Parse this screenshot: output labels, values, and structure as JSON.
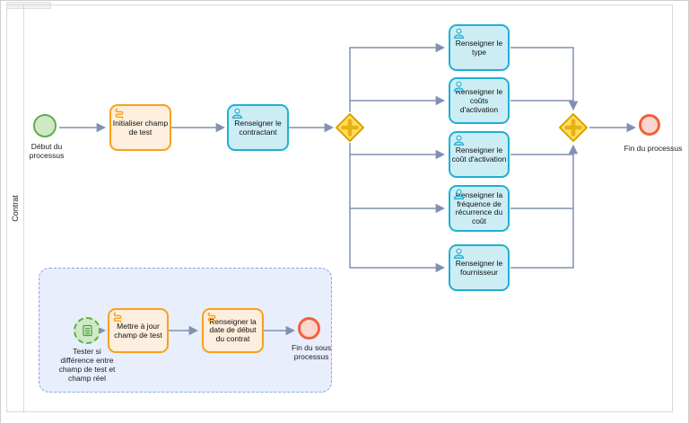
{
  "pool": {
    "name": "Contrat"
  },
  "nodes": {
    "start_event": {
      "label": "Début du\nprocessus",
      "type": "start-event"
    },
    "task_init": {
      "label": "Initialiser champ\nde test",
      "type": "script-task"
    },
    "task_contractant": {
      "label": "Renseigner le\ncontractant",
      "type": "user-task"
    },
    "task_type": {
      "label": "Renseigner le\ntype",
      "type": "user-task"
    },
    "task_couts_activation": {
      "label": "Renseigner le\ncoûts\nd'activation",
      "type": "user-task"
    },
    "task_cout_activation": {
      "label": "Renseigner le\ncoût d'activation",
      "type": "user-task"
    },
    "task_frequence": {
      "label": "Renseigner la\nfréquence de\nrécurrence du\ncoût",
      "type": "user-task"
    },
    "task_fournisseur": {
      "label": "Renseigner le\nfournisseur",
      "type": "user-task"
    },
    "end_event": {
      "label": "Fin du processus",
      "type": "end-event"
    },
    "sub_start_event": {
      "label": "Tester si\ndifférence entre\nchamp de test et\nchamp réel",
      "type": "conditional-start-event"
    },
    "task_mettre_a_jour": {
      "label": "Mettre à jour\nchamp de test",
      "type": "script-task"
    },
    "task_date_debut": {
      "label": "Renseigner la\ndate de début\ndu contrat",
      "type": "script-task"
    },
    "sub_end_event": {
      "label": "Fin du sous\nprocessus",
      "type": "end-event"
    }
  },
  "gateways": {
    "split": "parallel-gateway",
    "join": "parallel-gateway"
  },
  "colors": {
    "flow": "#8191b2",
    "user_task_fill": "#cdedf5",
    "user_task_stroke": "#20b0d3",
    "script_task_fill": "#fdeedd",
    "script_task_stroke": "#f6a11d",
    "gateway_fill": "#ffdf5e",
    "gateway_stroke": "#d9a300",
    "gateway_plus": "#e9af13",
    "start_fill": "#cfe9c7",
    "start_stroke": "#5cb04b",
    "end_fill": "#f9d7ce",
    "end_stroke": "#f1603d",
    "subprocess_fill": "#e8eefb",
    "subprocess_stroke": "#8aa7e0",
    "pool_stroke": "#d9d9d9"
  }
}
